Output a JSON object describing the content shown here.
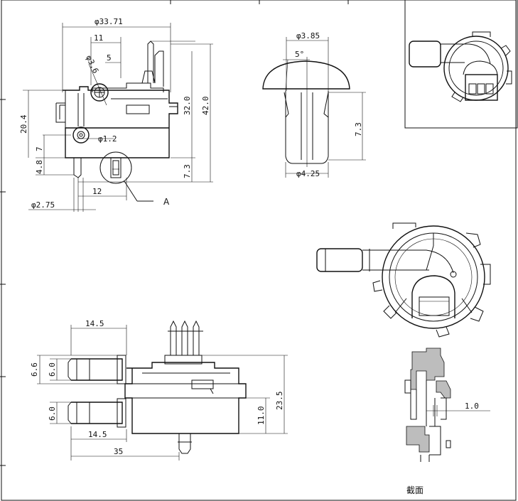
{
  "dimensions": {
    "outer_diameter": "φ33.71",
    "d11": "11",
    "d5": "5",
    "phi3_6": "φ3.6",
    "phi1_2": "φ1.2",
    "h20_4": "20.4",
    "h7": "7",
    "h4_8": "4.8",
    "h32": "32.0",
    "h42": "42.0",
    "h7_3_left": "7.3",
    "w12": "12",
    "phi2_75": "φ2.75",
    "callout_a": "A",
    "phi3_85": "φ3.85",
    "angle5": "5°",
    "h7_3_right": "7.3",
    "phi4_25": "φ4.25",
    "w14_5_top": "14.5",
    "h6_6": "6.6",
    "h6_0_a": "6.0",
    "h6_0_b": "6.0",
    "w14_5_bottom": "14.5",
    "w35": "35",
    "h23_5": "23.5",
    "h11": "11.0",
    "wall1_0": "1.0"
  },
  "caption_section": "截面"
}
